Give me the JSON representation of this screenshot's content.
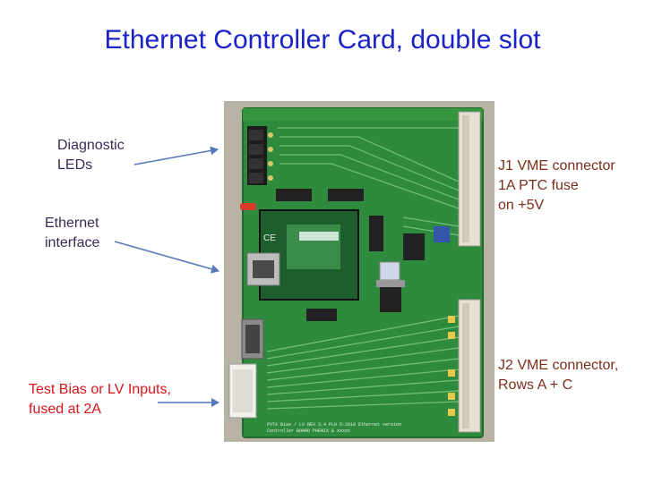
{
  "slide": {
    "title": "Ethernet Controller Card, double slot"
  },
  "callouts": {
    "diagnostic": {
      "line1": "Diagnostic",
      "line2": "LEDs"
    },
    "ethernet": {
      "line1": "Ethernet",
      "line2": "interface"
    },
    "test_bias": {
      "line1": "Test Bias or LV Inputs,",
      "line2": "fused at 2A"
    },
    "j1": {
      "line1": "J1 VME connector",
      "line2": "1A PTC fuse",
      "line3": "on +5V"
    },
    "j2": {
      "line1": "J2 VME connector,",
      "line2": "Rows A + C"
    }
  },
  "board": {
    "silkscreen_line1": "PVTX Bias / LV   REV 3.4 PLH  5-2010   Ethernet version",
    "silkscreen_line2": "Controller BOARD       PHENIX & xxxxx"
  },
  "colors": {
    "title": "#1a22c8",
    "callout_text": "#7a2e1a",
    "callout_text_dark": "#3a2a55",
    "test_bias_text": "#d8141a",
    "arrow": "#5577bb",
    "pcb": "#2e8a3c",
    "background": "#ffffff"
  }
}
